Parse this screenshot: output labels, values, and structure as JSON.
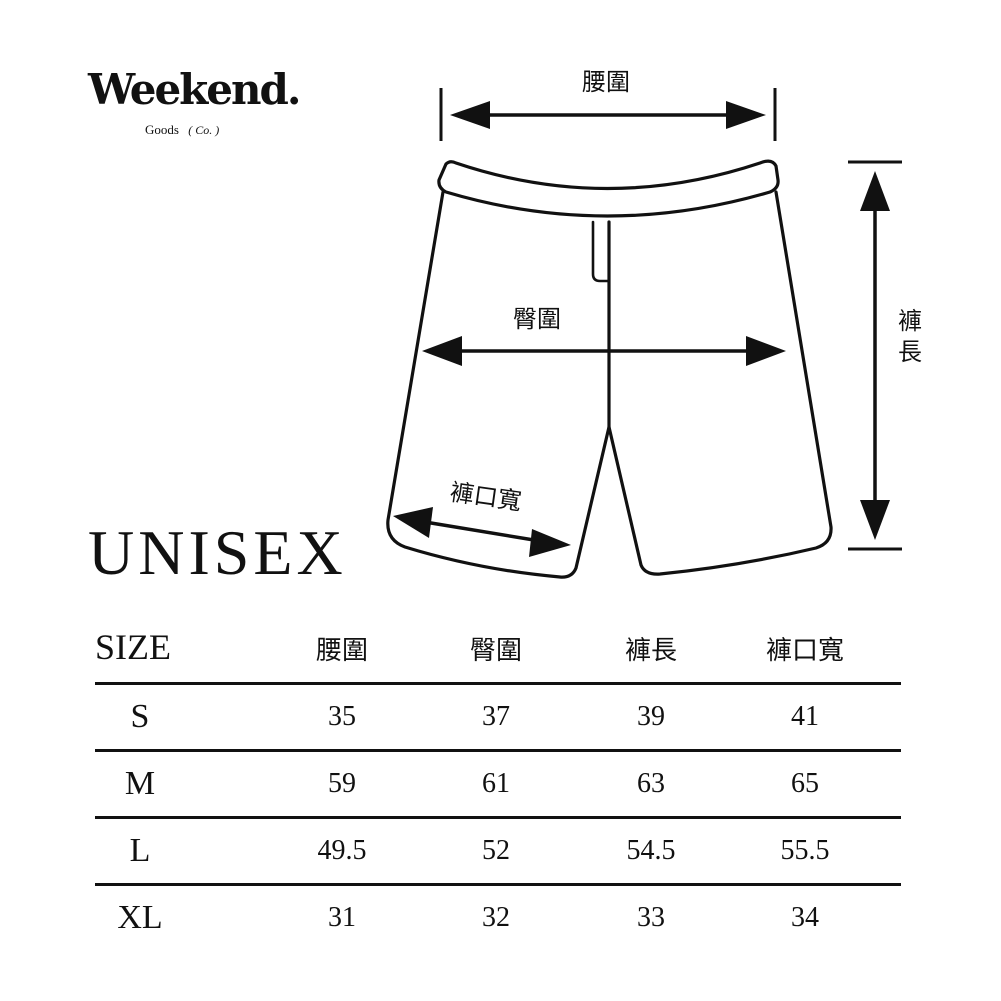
{
  "brand": {
    "name": "Weekend.",
    "sub": "Goods",
    "sub_mark": "( Co. )"
  },
  "fit_label": "UNISEX",
  "diagram": {
    "labels": {
      "waist": "腰圍",
      "hip": "臀圍",
      "length_line1": "褲",
      "length_line2": "長",
      "leg_opening": "褲口寬"
    }
  },
  "table": {
    "headers": [
      "SIZE",
      "腰圍",
      "臀圍",
      "褲長",
      "褲口寬"
    ],
    "rows": [
      {
        "size": "S",
        "values": [
          "35",
          "37",
          "39",
          "41"
        ]
      },
      {
        "size": "M",
        "values": [
          "59",
          "61",
          "63",
          "65"
        ]
      },
      {
        "size": "L",
        "values": [
          "49.5",
          "52",
          "54.5",
          "55.5"
        ]
      },
      {
        "size": "XL",
        "values": [
          "31",
          "32",
          "33",
          "34"
        ]
      }
    ]
  },
  "colors": {
    "ink": "#111111",
    "background": "#ffffff"
  }
}
